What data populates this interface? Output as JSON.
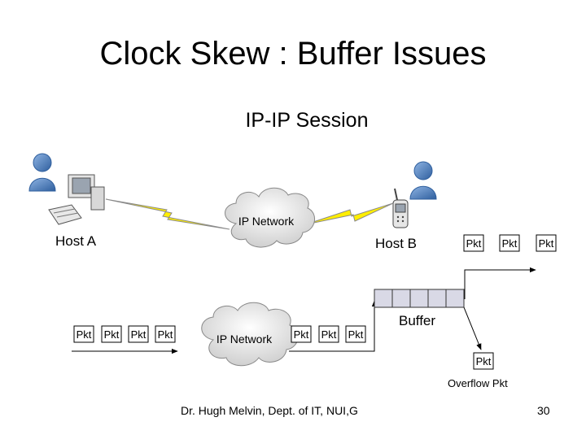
{
  "slide": {
    "title": "Clock Skew : Buffer Issues",
    "footer": "Dr. Hugh Melvin, Dept. of IT, NUI,G",
    "page_number": "30"
  },
  "diagram": {
    "session_label": "IP-IP Session",
    "host_a_label": "Host A",
    "host_b_label": "Host B",
    "network_label_top": "IP Network",
    "network_label_bottom": "IP Network",
    "buffer_label": "Buffer",
    "overflow_label": "Overflow Pkt",
    "packet_label": "Pkt",
    "colors": {
      "lightning": "#ffee00",
      "buffer_cell": "#d9d9e6",
      "cloud": "#e8e8e8",
      "person": "#4f82c0"
    }
  }
}
